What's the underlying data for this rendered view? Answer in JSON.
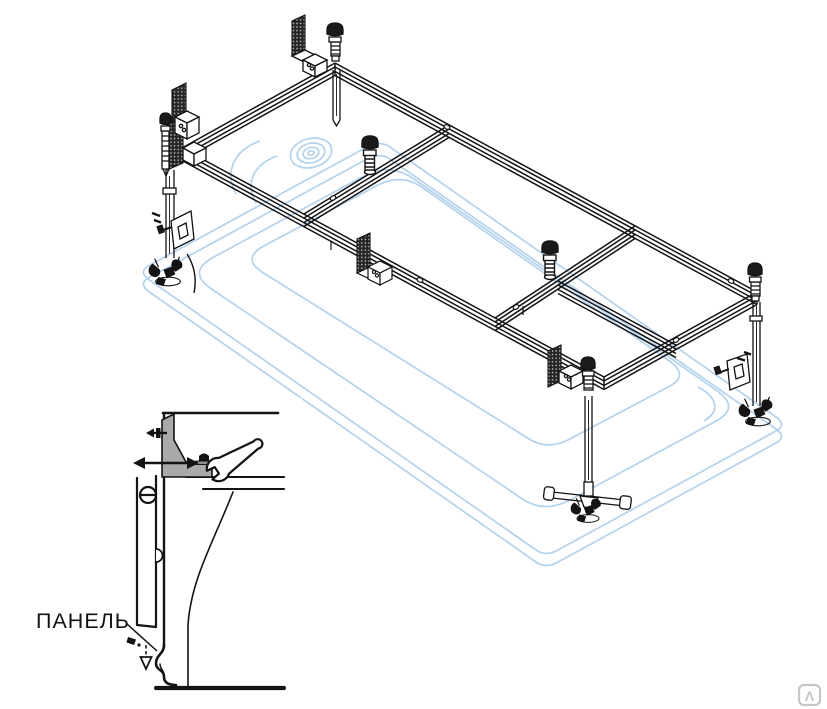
{
  "illustration": {
    "kind": "bathtub-frame-installation-diagram",
    "inset": {
      "panel_label": "ПАНЕЛЬ"
    },
    "watermark": {
      "glyph": "Λ"
    },
    "colors": {
      "line": "#131313",
      "tub_ghost": "#b3d2ee",
      "bracket_fill": "#a9a9a9",
      "hatch_plate": "#262626",
      "watermark": "#c6c6c6",
      "background": "#ffffff"
    },
    "icons": [
      "wrench-icon",
      "double-headed-arrow-icon",
      "down-arrow-icon",
      "slotted-screw-icon",
      "clip-screw-icon",
      "watermark-logo-icon"
    ]
  }
}
